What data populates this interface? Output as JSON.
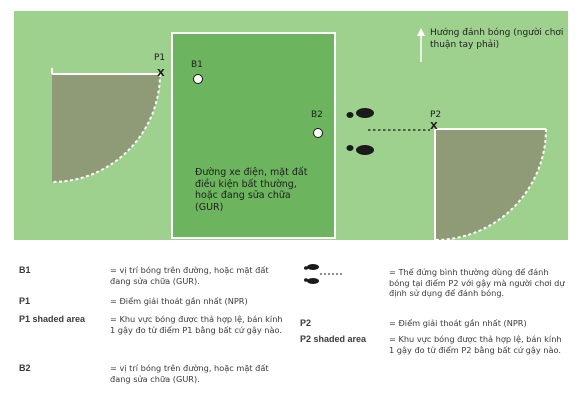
{
  "diagram": {
    "colors": {
      "background": "#9ed08e",
      "road": "#6cb45e",
      "road_border": "#ffffff",
      "shaded_area": "#8f9a77",
      "ball": "#ffffff",
      "footprints": "#1a1a1a"
    },
    "road_text": "Đường xe điện, mặt đất điều kiện bất thường, hoặc đang sửa chữa (GUR)",
    "direction_text": "Hướng đánh bóng (người chơi thuận tay phải)",
    "labels": {
      "p1": "P1",
      "b1": "B1",
      "b2": "B2",
      "p2": "P2",
      "x_mark": "X"
    },
    "icons": [
      "direction-arrow-icon",
      "footprints-icon",
      "ball-icon",
      "x-mark-icon"
    ]
  },
  "legend": {
    "b1": {
      "term": "B1",
      "definition": "= vị trí bóng trên đường, hoặc mặt đất đang sửa chữa (GUR)."
    },
    "p1": {
      "term": "P1",
      "definition": "= Điểm giải thoát gần nhất (NPR)"
    },
    "p1_shaded": {
      "term": "P1 shaded area",
      "definition": "= Khu vực bóng được thả hợp lệ, bán kính 1 gậy đo từ điểm P1 bằng bất cứ gậy nào."
    },
    "b2": {
      "term": "B2",
      "definition": "= vị trí bóng trên đường, hoặc mặt đất đang sửa chữa (GUR)."
    },
    "stance": {
      "definition": "= Thế đứng bình thường dùng để đánh bóng tại điểm P2 với gậy mà người chơi dự định sử dụng để đánh bóng."
    },
    "p2": {
      "term": "P2",
      "definition": "= Điểm giải thoát gần nhất (NPR)"
    },
    "p2_shaded": {
      "term": "P2 shaded area",
      "definition": "= Khu vực bóng được thả hợp lệ, bán kính 1 gậy đo từ điểm P2 bằng bất cứ gậy nào."
    }
  }
}
